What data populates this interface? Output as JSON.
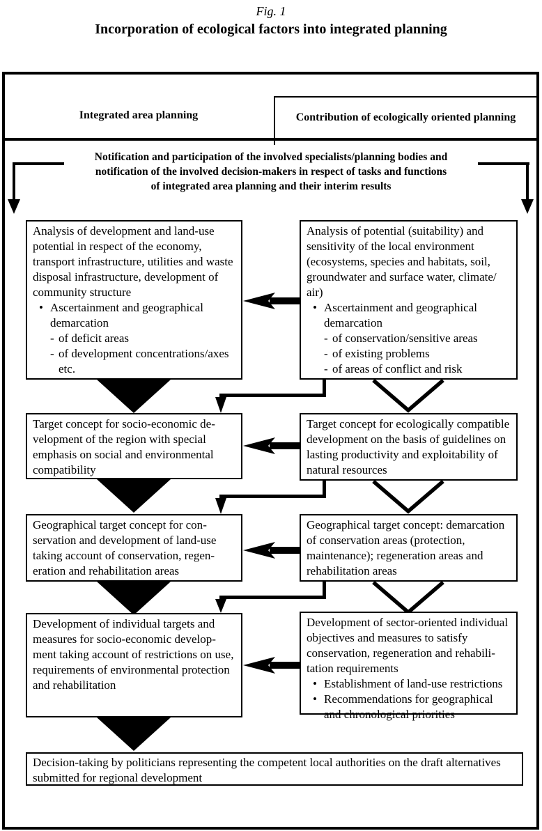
{
  "figure": {
    "label": "Fig. 1",
    "title": "Incorporation of ecological factors into integrated planning"
  },
  "header": {
    "left_label": "Integrated area planning",
    "right_label": "Contribution of ecologically oriented planning"
  },
  "notification": {
    "line1": "Notification and participation of the involved specialists/planning bodies and",
    "line2": "notification of the involved decision-makers in respect of tasks and functions",
    "line3": "of integrated area planning and their interim results"
  },
  "rows": [
    {
      "left": {
        "text": "Analysis of development and land-use potential in respect of the economy, transport infrastructure, utilities and waste disposal infrastructure, devel­opment of community structure",
        "bullets": [
          {
            "label": "Ascertainment and geographical demarcation",
            "subs": [
              "of deficit areas",
              "of development concentrations/​axes etc."
            ]
          }
        ]
      },
      "right": {
        "text": "Analysis of potential (suitability) and sensitivity of the local environment (ecosystems, species and habitats, soil, groundwater and surface water, climate/​air)",
        "bullets": [
          {
            "label": "Ascertainment and geographical demarcation",
            "subs": [
              "of conservation/sensitive areas",
              "of existing problems",
              "of areas of conflict and risk"
            ]
          }
        ]
      }
    },
    {
      "left": {
        "text": "Target concept for socio-economic de­velopment of the region with special emphasis on social and environmental compatibility"
      },
      "right": {
        "text": "Target concept for ecologically compat­ible development on the basis of guide­lines on lasting productivity and exploit­ability of natural resources"
      }
    },
    {
      "left": {
        "text": "Geographical target concept for con­servation and development of land-use taking account of conservation, regen­eration and rehabilitation areas"
      },
      "right": {
        "text": "Geographical target concept: demarca­tion of conservation areas (protection, maintenance); regeneration areas and rehabilitation areas"
      }
    },
    {
      "left": {
        "text": "Development of individual targets and measures for socio-economic develop­ment taking account of restrictions on use, requirements of environmental protection and rehabilitation"
      },
      "right": {
        "text": "Development of sector-oriented individ­ual objectives and measures to satisfy conservation, regeneration and rehabili­tation requirements",
        "bullets": [
          {
            "label": "Establishment of land-use restrictions"
          },
          {
            "label": "Recommendations for geographical and chronological priorities"
          }
        ]
      }
    }
  ],
  "decision": {
    "text": "Decision-taking by politicians representing the competent local authorities on the draft alter­natives submitted for regional development"
  },
  "colors": {
    "ink": "#000000",
    "paper": "#ffffff"
  }
}
